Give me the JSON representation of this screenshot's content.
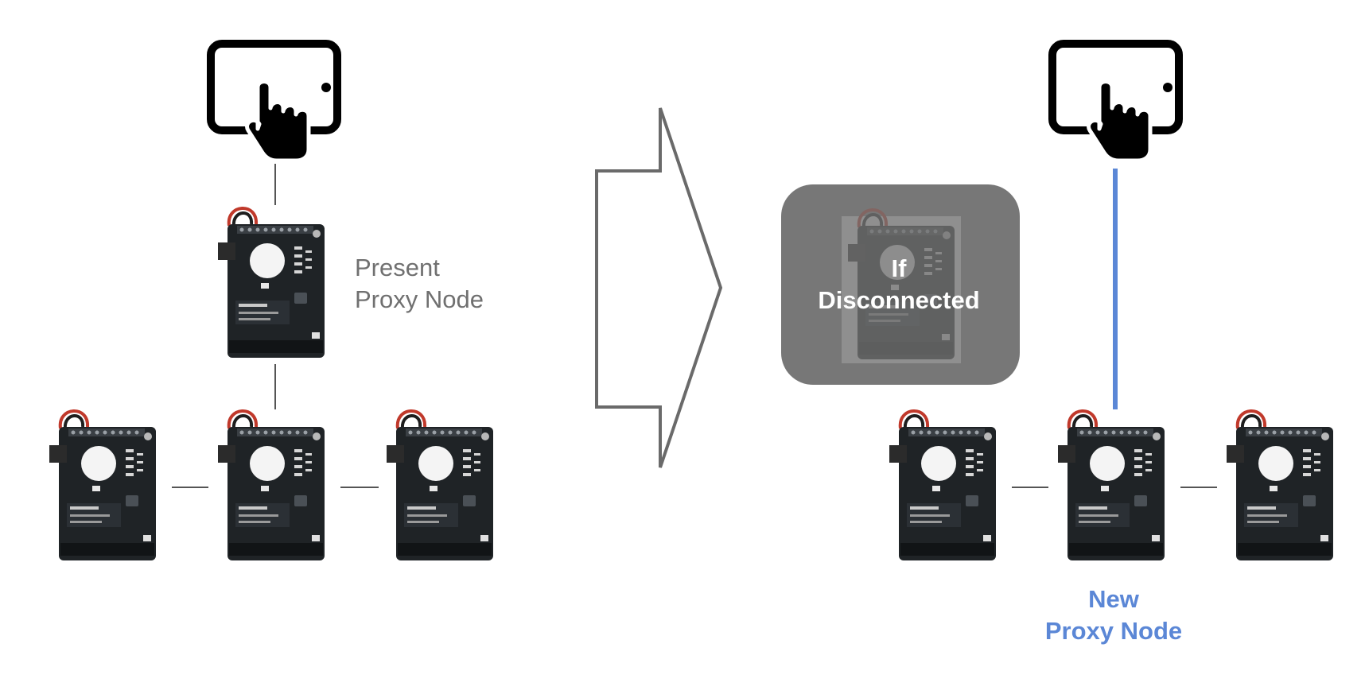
{
  "left_panel": {
    "proxy_label": [
      "Present",
      "Proxy Node"
    ]
  },
  "right_panel": {
    "disconnected_label": [
      "If",
      "Disconnected"
    ],
    "new_proxy_label": [
      "New",
      "Proxy Node"
    ]
  },
  "colors": {
    "connector": "#555555",
    "new_link": "#5b87d6",
    "arrow_outline": "#6a6a6a",
    "overlay": "#6b6b6b",
    "present_label": "#707070",
    "new_label": "#5b87d6"
  },
  "icons": [
    "tablet-touch-icon",
    "sensor-board-icon",
    "transition-arrow-icon"
  ]
}
